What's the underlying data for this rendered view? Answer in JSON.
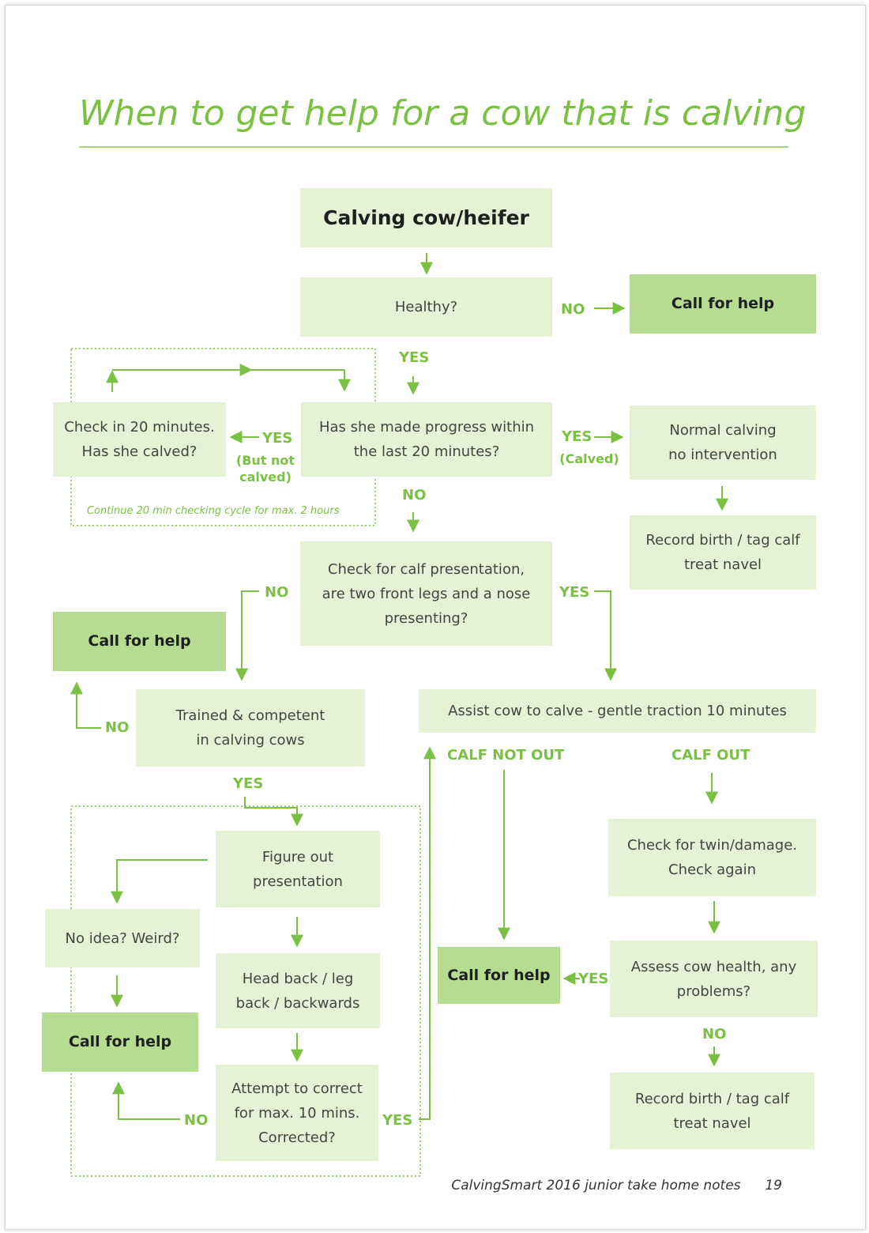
{
  "title": "When to get help for a cow that is calving",
  "nodes": {
    "start": "Calving cow/heifer",
    "healthy": "Healthy?",
    "call_help_1": "Call for help",
    "check_20": "Check in 20 minutes.\nHas she calved?",
    "progress": "Has she made progress within\nthe last 20 minutes?",
    "normal_calving": "Normal calving\nno intervention",
    "record_birth_1": "Record birth / tag calf\ntreat navel",
    "presentation": "Check for calf presentation,\nare two front legs and a nose\npresenting?",
    "call_help_2": "Call for help",
    "trained": "Trained & competent\nin calving cows",
    "assist": "Assist cow to calve - gentle traction 10 minutes",
    "figure_out": "Figure out\npresentation",
    "no_idea": "No idea? Weird?",
    "call_help_3": "Call for help",
    "head_back": "Head back / leg\nback / backwards",
    "attempt": "Attempt to correct\nfor max. 10 mins.\nCorrected?",
    "check_twin": "Check for twin/damage.\nCheck again",
    "call_help_4": "Call for help",
    "assess": "Assess cow health, any\nproblems?",
    "record_birth_2": "Record birth / tag calf\ntreat navel"
  },
  "labels": {
    "no_healthy": "NO",
    "yes_healthy": "YES",
    "yes_not_calved": "YES",
    "but_not_calved": "(But not\ncalved)",
    "yes_calved": "YES",
    "calved": "(Calved)",
    "no_progress": "NO",
    "no_presentation": "NO",
    "yes_presentation": "YES",
    "no_trained": "NO",
    "yes_trained": "YES",
    "calf_not_out": "CALF NOT OUT",
    "calf_out": "CALF OUT",
    "yes_assess": "YES",
    "no_assess": "NO",
    "no_attempt": "NO",
    "yes_attempt": "YES"
  },
  "note": "Continue 20 min checking cycle for max. 2 hours",
  "footer": {
    "text": "CalvingSmart 2016 junior take home notes",
    "page_number": "19"
  },
  "colors": {
    "accent": "#7ac143",
    "box_light": "#e6f2d6",
    "box_dark": "#b7dc91"
  }
}
